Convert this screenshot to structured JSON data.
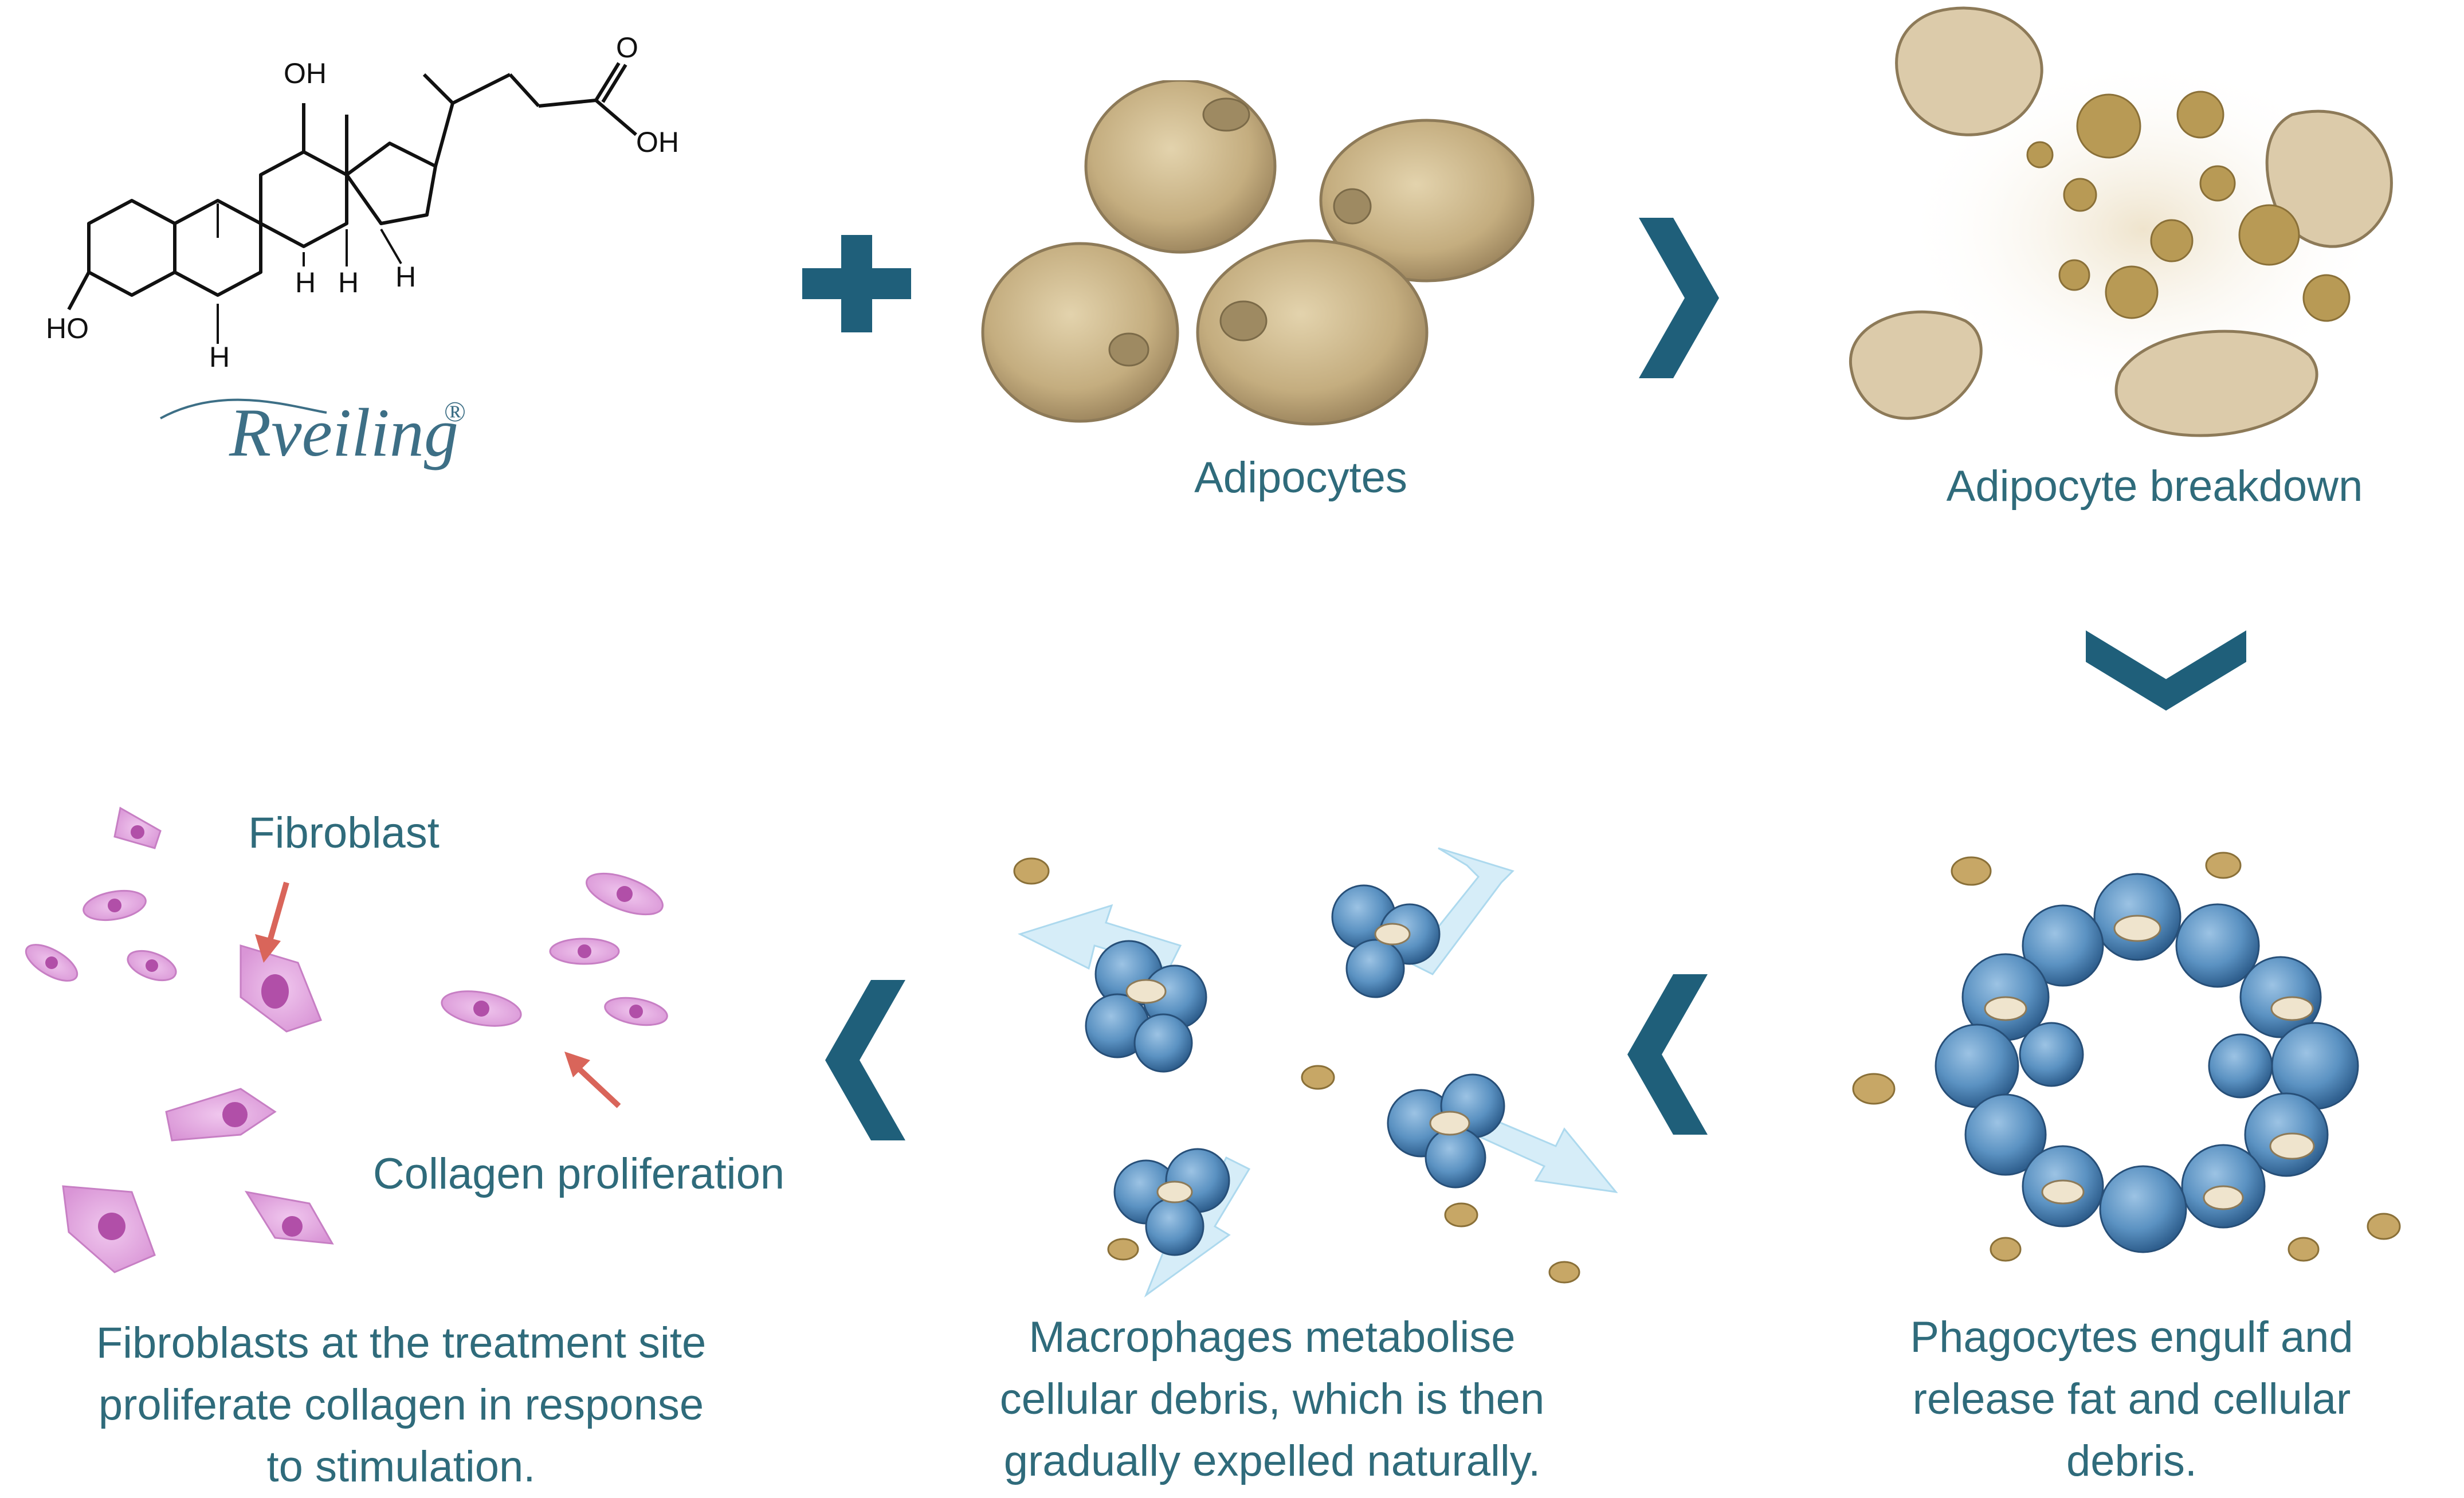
{
  "molecule": {
    "oh_top": "OH",
    "acid_o": "O",
    "acid_oh": "OH",
    "ho_left": "HO",
    "h_labels": [
      "H",
      "H",
      "H",
      "H"
    ],
    "brand": "Rveiling",
    "brand_mark": "®"
  },
  "steps": [
    {
      "id": "adipocytes",
      "label": "Adipocytes"
    },
    {
      "id": "breakdown",
      "label": "Adipocyte breakdown"
    },
    {
      "id": "phagocytes",
      "label_lines": [
        "Phagocytes engulf and",
        "release fat and cellular",
        "debris."
      ]
    },
    {
      "id": "macrophages",
      "label_lines": [
        "Macrophages metabolise",
        "cellular debris, which is then",
        "gradually expelled naturally."
      ]
    },
    {
      "id": "fibroblasts",
      "label_lines": [
        "Fibroblasts at the treatment site",
        "proliferate collagen in response",
        "to stimulation."
      ]
    }
  ],
  "annotations": {
    "fibroblast": "Fibroblast",
    "collagen": "Collagen proliferation"
  },
  "colors": {
    "accent": "#1f5f7a",
    "text": "#2f6b7b",
    "adipocyte": "#c9b58a",
    "macrophage": "#4f86b8",
    "fibroblast": "#e6b4e2",
    "arrow_red": "#d9655a"
  },
  "icons": [
    "plus-icon",
    "chevron-right-icon",
    "chevron-down-icon",
    "chevron-left-icon",
    "chevron-left-icon"
  ]
}
